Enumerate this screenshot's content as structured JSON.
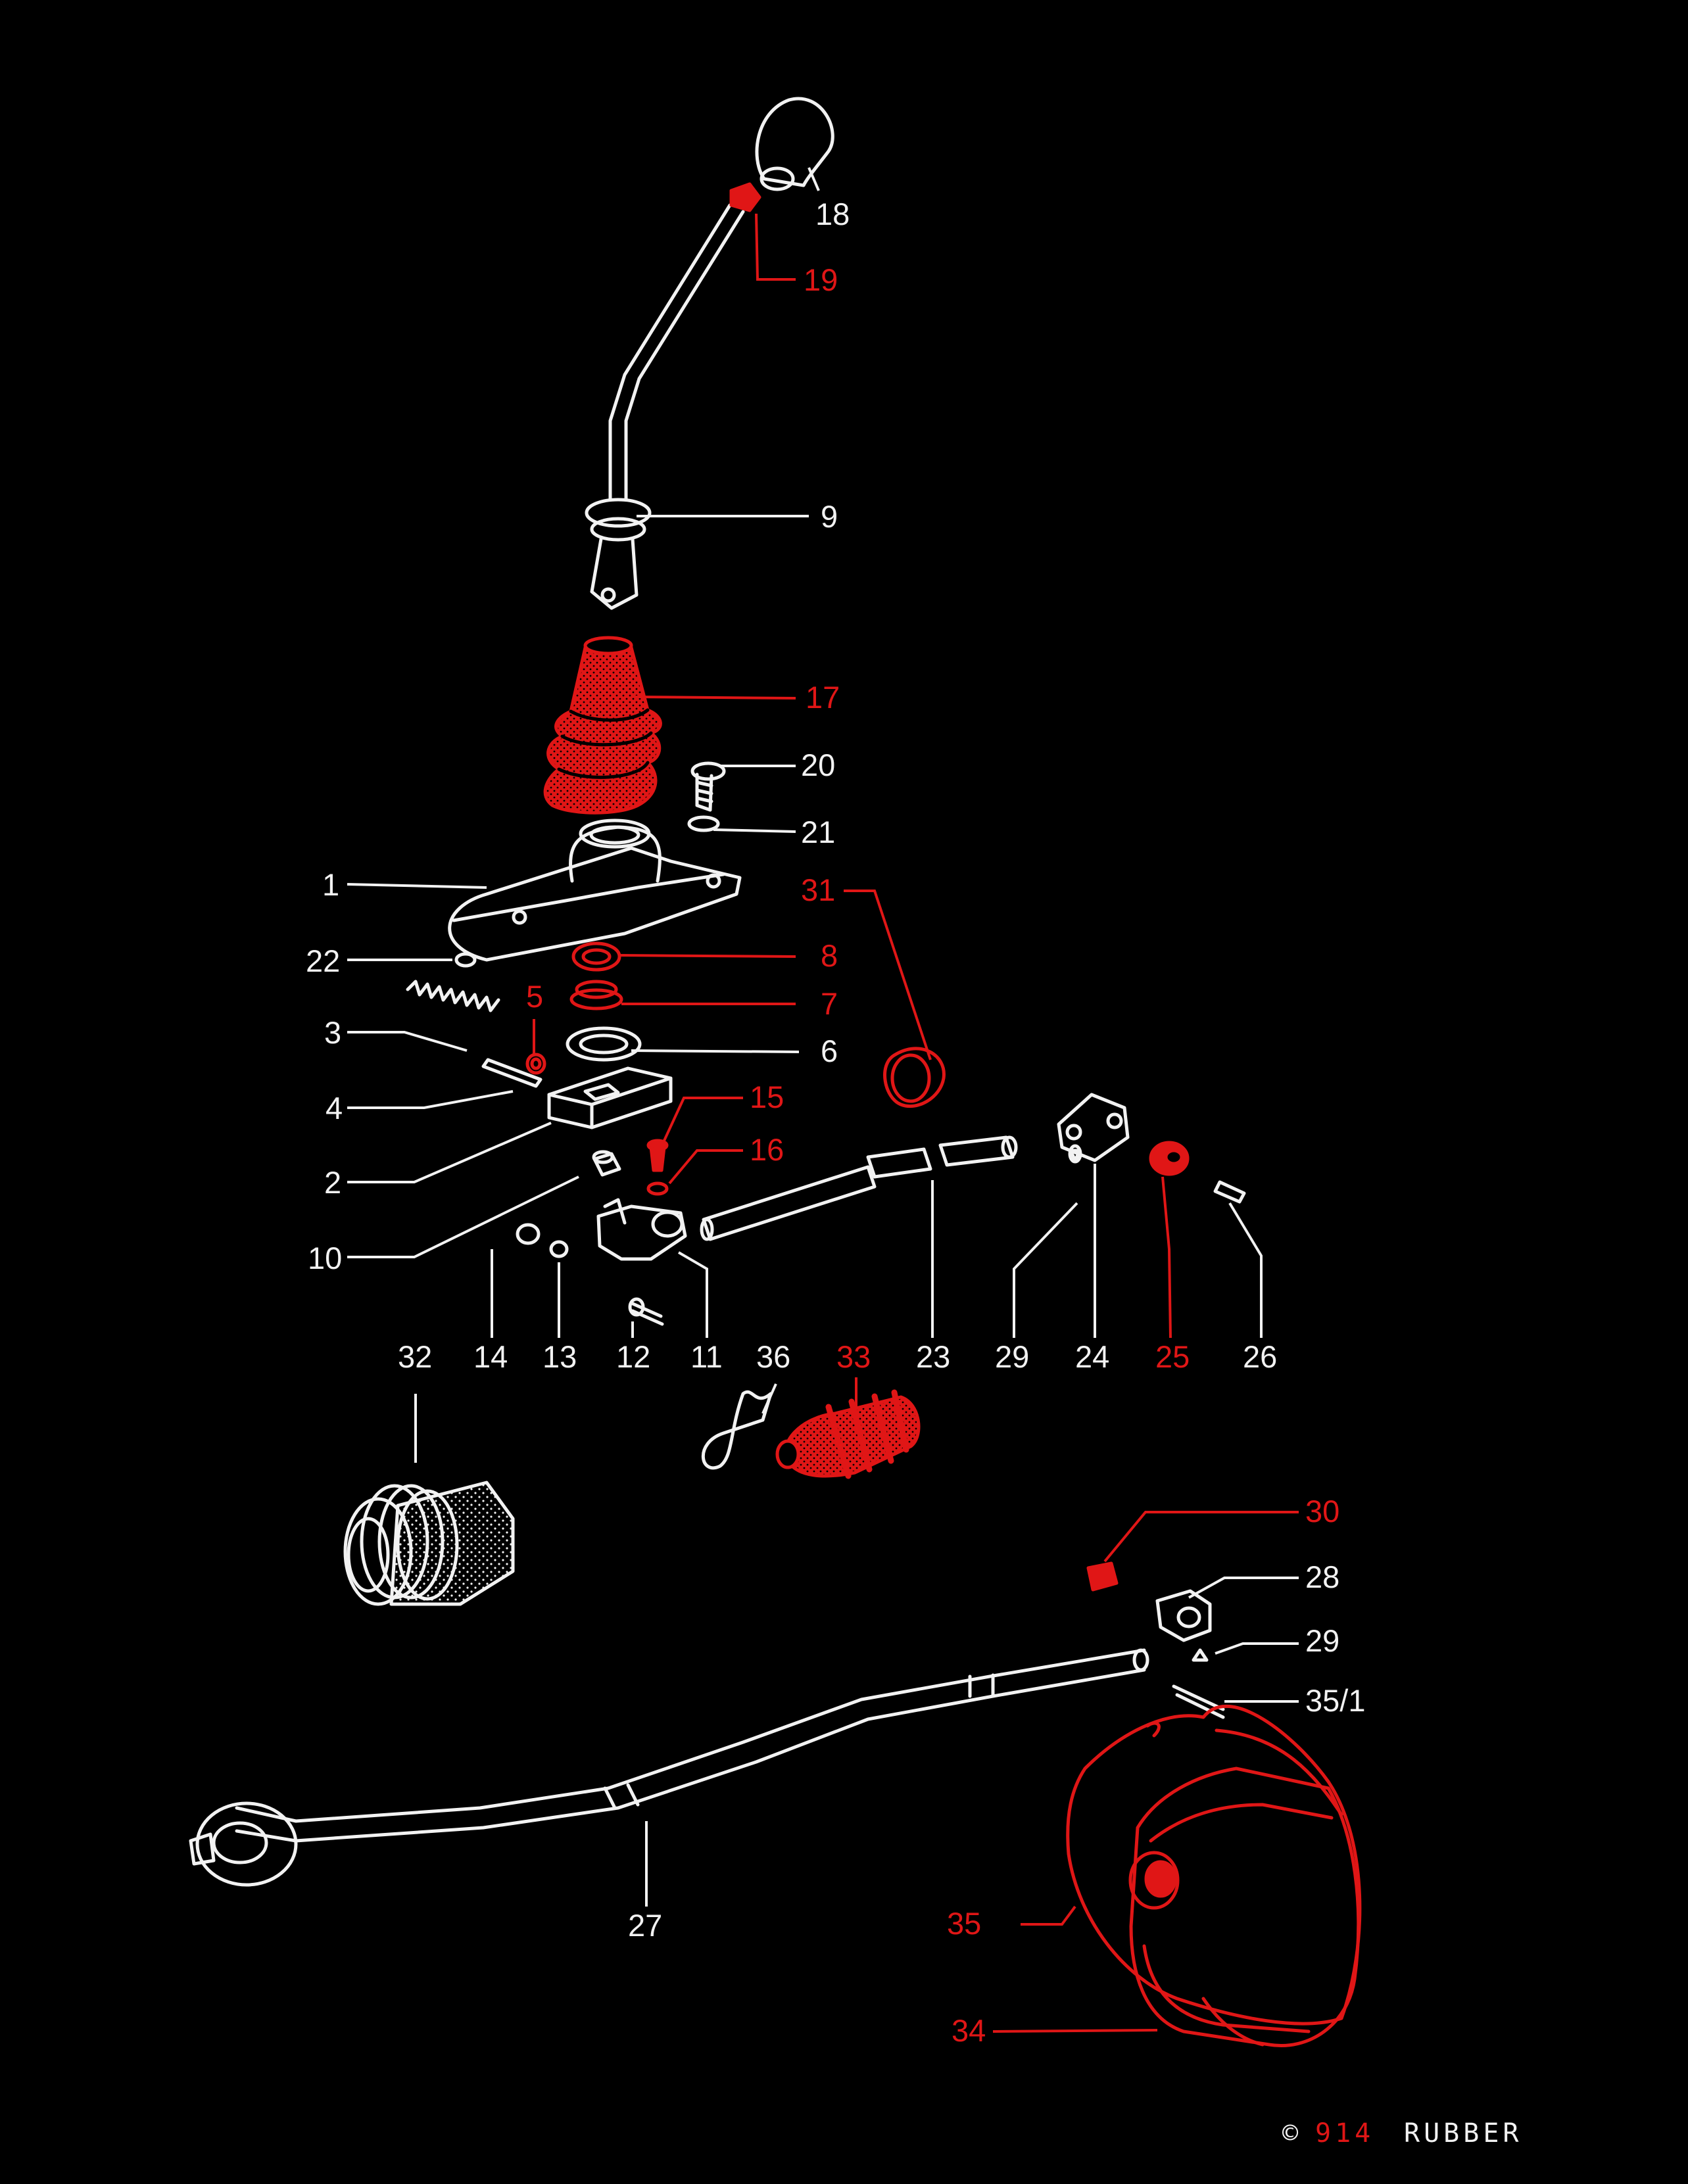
{
  "colors": {
    "background": "#000000",
    "standard_part": "#f2f2f2",
    "rubber_part": "#e01616"
  },
  "labels": {
    "p1": "1",
    "p2": "2",
    "p3": "3",
    "p4": "4",
    "p5": "5",
    "p6": "6",
    "p7": "7",
    "p8": "8",
    "p9": "9",
    "p10": "10",
    "p11": "11",
    "p12": "12",
    "p13": "13",
    "p14": "14",
    "p15": "15",
    "p16": "16",
    "p17": "17",
    "p18": "18",
    "p19": "19",
    "p20": "20",
    "p21": "21",
    "p22": "22",
    "p23": "23",
    "p24": "24",
    "p25": "25",
    "p26": "26",
    "p27": "27",
    "p28": "28",
    "p29a": "29",
    "p29b": "29",
    "p30": "30",
    "p31": "31",
    "p32": "32",
    "p33a": "33",
    "p34": "34",
    "p35": "35",
    "p35_1": "35/1",
    "p36": "36"
  },
  "logo": {
    "copyright_mark": "©",
    "number": "914",
    "word": "RUBBER"
  }
}
